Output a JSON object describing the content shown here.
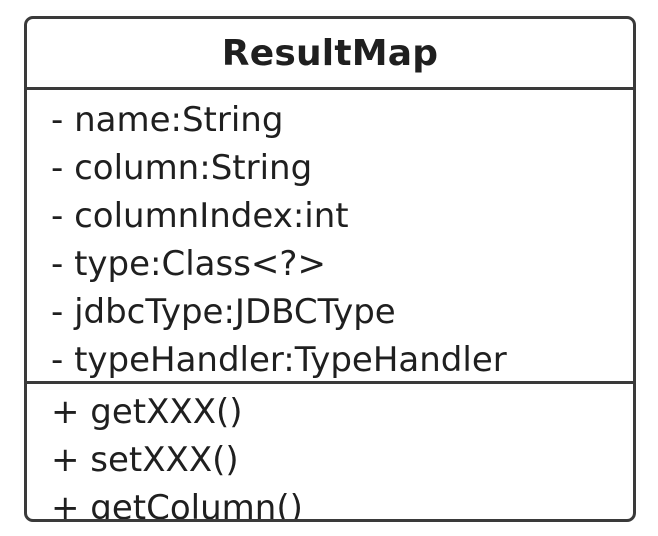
{
  "class": {
    "name": "ResultMap",
    "attributes": [
      "- name:String",
      "- column:String",
      "- columnIndex:int",
      "- type:Class<?>",
      "- jdbcType:JDBCType",
      "- typeHandler:TypeHandler"
    ],
    "methods": [
      "+ getXXX()",
      "+ setXXX()",
      "+ getColumn()"
    ]
  },
  "colors": {
    "border": "#3a3a3a",
    "text": "#1f1f1f",
    "background": "#ffffff"
  }
}
